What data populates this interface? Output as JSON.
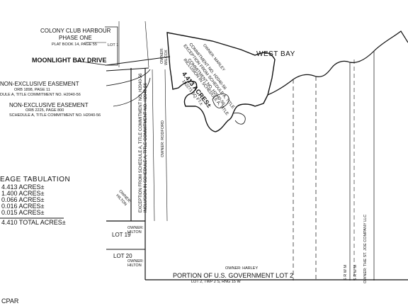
{
  "subdivision": {
    "name": "COLONY CLUB HARBOUR",
    "phase": "PHASE ONE",
    "plat_ref": "PLAT BOOK 14, PAGE 55",
    "lot_label": "LOT 1"
  },
  "road": "MOONLIGHT BAY DRIVE",
  "easements": [
    {
      "title": "NON-EXCLUSIVE EASEMENT",
      "ref": "ORB 1898, PAGE 11",
      "note": "DULE A, TITLE COMMITMENT NO. H2040-56"
    },
    {
      "title": "NON-EXCLUSIVE EASEMENT",
      "ref": "ORB 2225, PAGE 800",
      "note": "SCHEDULE A, TITLE COMMITMENT NO. H2040-56"
    }
  ],
  "water_label": "WEST BAY",
  "parcel": {
    "exception": [
      "EXCEPTION FROM SCHEDULE A, TITLE",
      "COMMITMENT NO. H2040-56"
    ],
    "inclusion": [
      "INCLUSION IN SCHEDULE A, TITLE",
      "COMMITMENT NO. H2040-56"
    ],
    "acres": "4.413 ACRES±",
    "sqft": "192271 SQ FT.±"
  },
  "owners": {
    "top": "OWNER: MARLEY",
    "corner": [
      "OWNER:",
      "WILCOX"
    ],
    "rodford": "OWNER: RODFORD",
    "hilton_a": [
      "OWNER:",
      "HILTON"
    ],
    "hilton_b": [
      "OWNER:",
      "HILTON"
    ],
    "hilton_c": [
      "OWNER:",
      "HILTON"
    ],
    "harley": "OWNER: HARLEY",
    "st_joe": "OWNER: THE ST. JOE COMPANY LLC"
  },
  "strip_text": [
    "EXCEPTION FROM SCHEDULE A, TITLE COMMITMENT NO. H2040-56",
    "INCLUSION IN SCHEDULE A, TITLE COMMITMENT NO. H2040-56"
  ],
  "tabulation": {
    "title": "EAGE TABULATION",
    "rows": [
      "4.413 ACRES±",
      "1.400 ACRES±",
      "0.066 ACRES±",
      "0.016 ACRES±",
      "0.015 ACRES±"
    ],
    "total": "4.410 TOTAL ACRES±"
  },
  "lots": [
    "LOT 19",
    "LOT 20"
  ],
  "government_lot": "PORTION OF U.S. GOVERNMENT LOT 2",
  "government_sub": "LOT 2, TWP 2 S, RNG 15 W",
  "row_labels": [
    "S R W M",
    "S R W M"
  ],
  "footer": "CPAR",
  "colors": {
    "ink": "#111111",
    "paper": "#ffffff"
  }
}
